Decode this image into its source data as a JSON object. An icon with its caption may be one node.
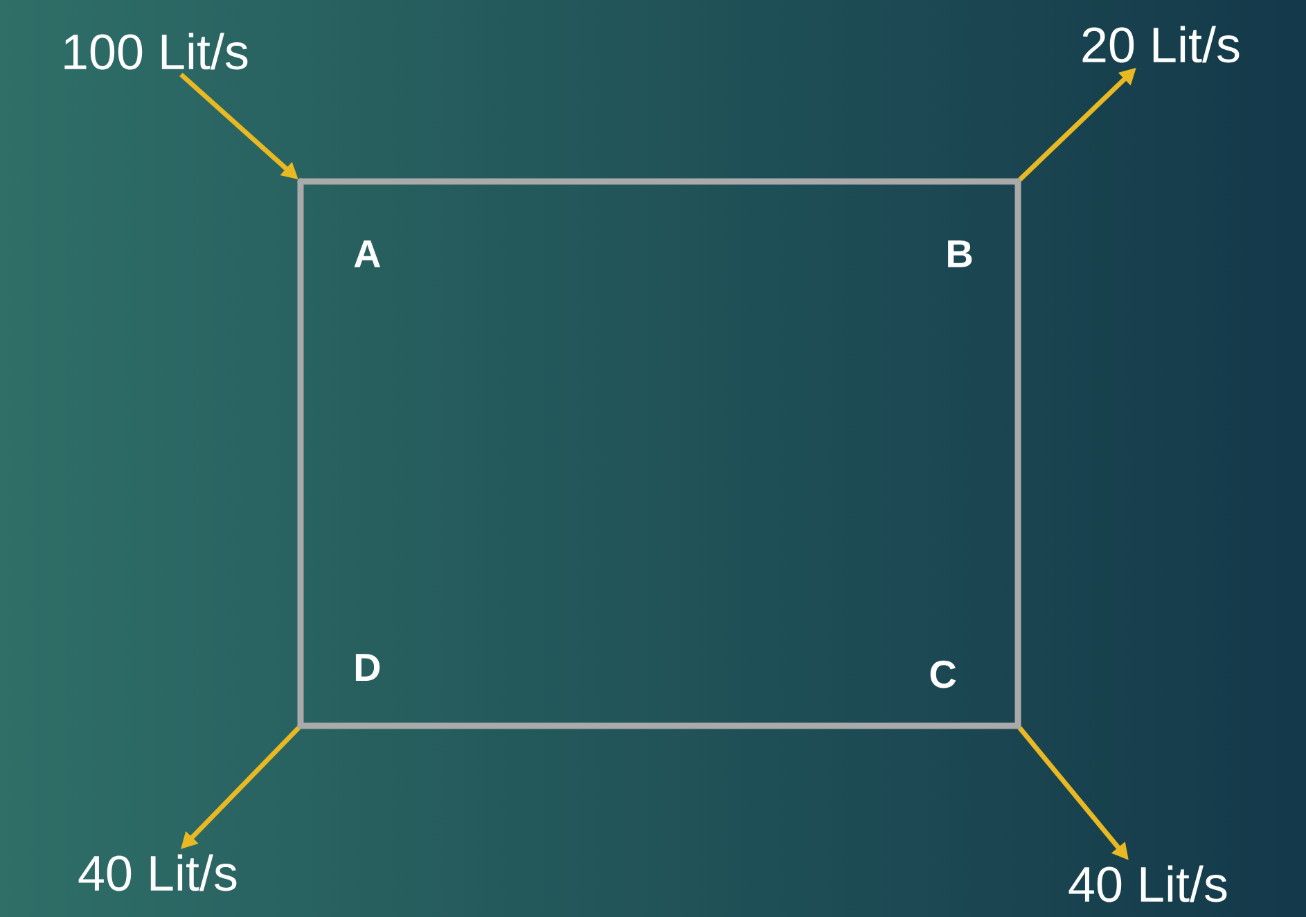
{
  "diagram": {
    "nodes": [
      {
        "text": [
          "100 Lit/s"
        ]
      },
      {
        "text": [
          "20 Lit/s"
        ]
      },
      {
        "text": [
          "A"
        ]
      },
      {
        "text": [
          "B"
        ]
      },
      {
        "text": [
          "D"
        ]
      },
      {
        "text": [
          "C"
        ]
      },
      {
        "text": [
          "40 Lit/s"
        ]
      },
      {
        "text": [
          "40 Lit/s"
        ]
      }
    ],
    "edges": [
      {
        "from": 0,
        "to": 2,
        "arrow": "to",
        "color": "#e8b923"
      },
      {
        "from": 3,
        "to": 1,
        "arrow": "to",
        "color": "#e8b923"
      },
      {
        "from": 4,
        "to": 6,
        "arrow": "to",
        "color": "#e8b923"
      },
      {
        "from": 5,
        "to": 7,
        "arrow": "to",
        "color": "#e8b923"
      },
      {
        "from": 2,
        "to": 3,
        "arrow": "none",
        "color": "#aaaaaa"
      },
      {
        "from": 3,
        "to": 5,
        "arrow": "none",
        "color": "#aaaaaa"
      },
      {
        "from": 5,
        "to": 4,
        "arrow": "none",
        "color": "#aaaaaa"
      },
      {
        "from": 4,
        "to": 2,
        "arrow": "none",
        "color": "#aaaaaa"
      }
    ]
  }
}
